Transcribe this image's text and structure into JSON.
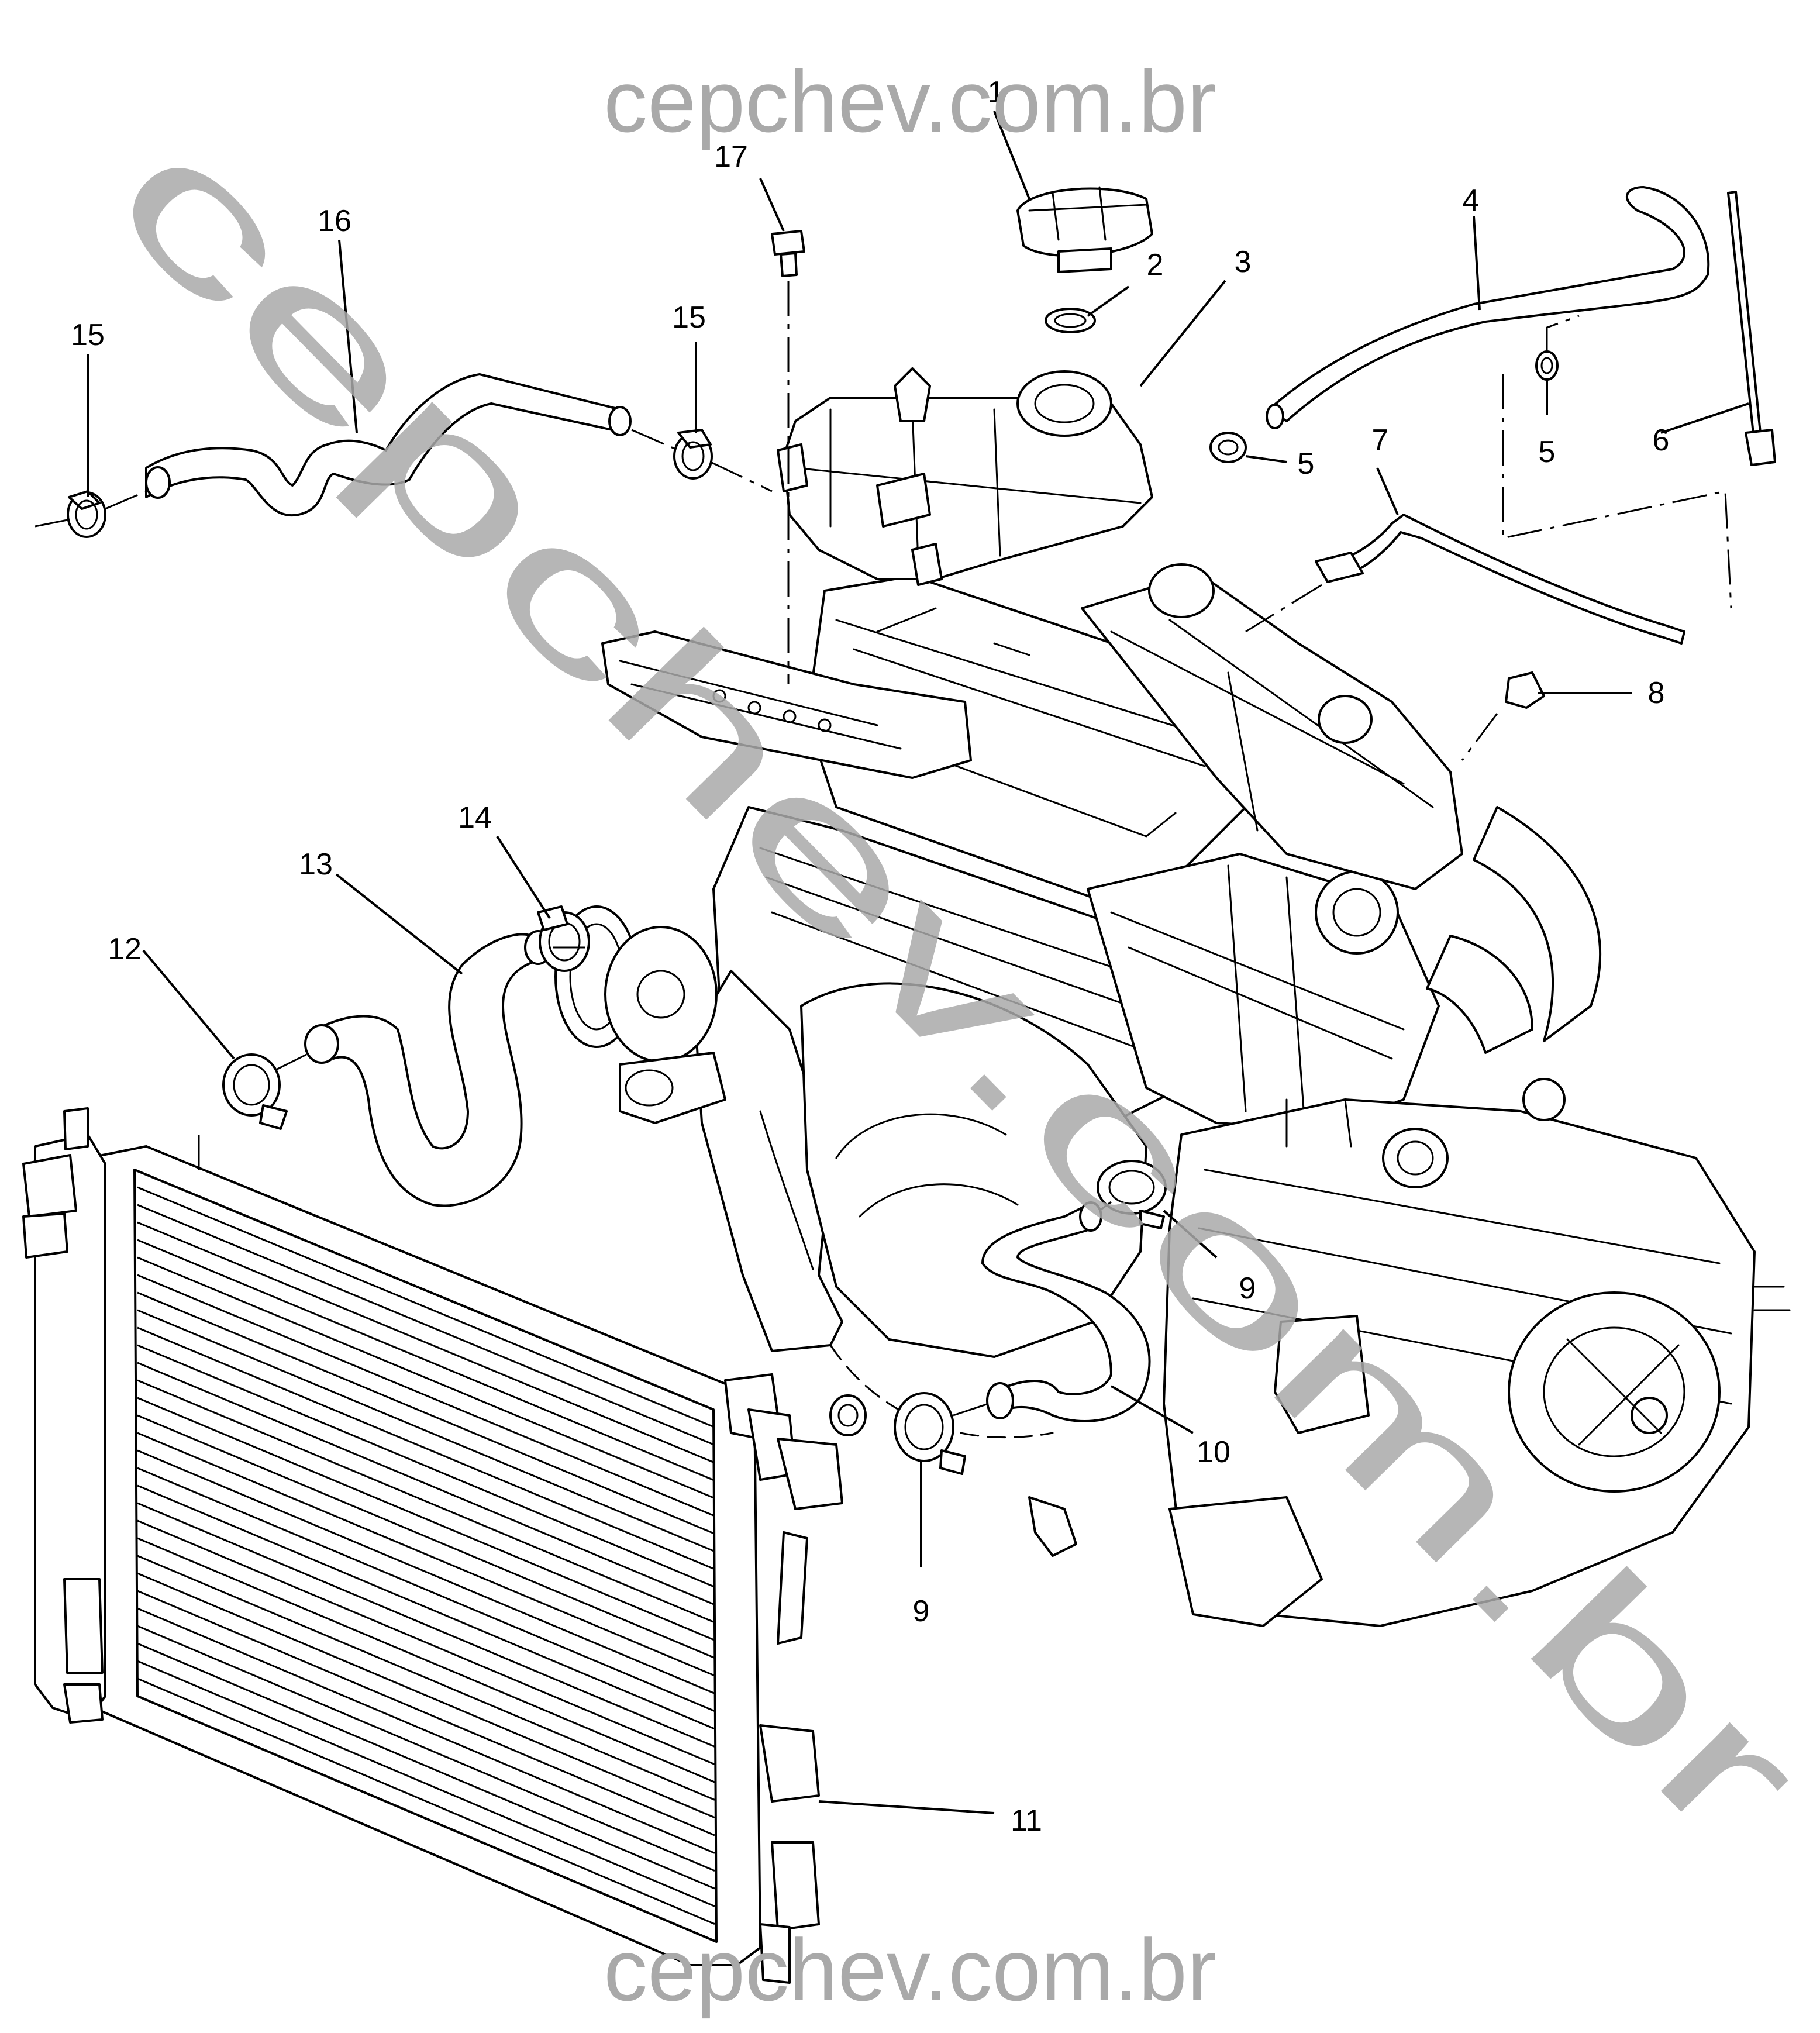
{
  "watermarks": {
    "top": "cepchev.com.br",
    "bottom": "cepchev.com.br",
    "diagonal": "cepchev.com.br"
  },
  "callouts": [
    {
      "id": "c1",
      "label": "1"
    },
    {
      "id": "c2",
      "label": "2"
    },
    {
      "id": "c3",
      "label": "3"
    },
    {
      "id": "c4",
      "label": "4"
    },
    {
      "id": "c5a",
      "label": "5"
    },
    {
      "id": "c5b",
      "label": "5"
    },
    {
      "id": "c6",
      "label": "6"
    },
    {
      "id": "c7",
      "label": "7"
    },
    {
      "id": "c8",
      "label": "8"
    },
    {
      "id": "c9a",
      "label": "9"
    },
    {
      "id": "c9b",
      "label": "9"
    },
    {
      "id": "c10",
      "label": "10"
    },
    {
      "id": "c11",
      "label": "11"
    },
    {
      "id": "c12",
      "label": "12"
    },
    {
      "id": "c13",
      "label": "13"
    },
    {
      "id": "c14",
      "label": "14"
    },
    {
      "id": "c15a",
      "label": "15"
    },
    {
      "id": "c15b",
      "label": "15"
    },
    {
      "id": "c16",
      "label": "16"
    },
    {
      "id": "c17",
      "label": "17"
    }
  ],
  "colors": {
    "line": "#000000",
    "watermark": "#a9a9a9",
    "background": "#ffffff"
  }
}
